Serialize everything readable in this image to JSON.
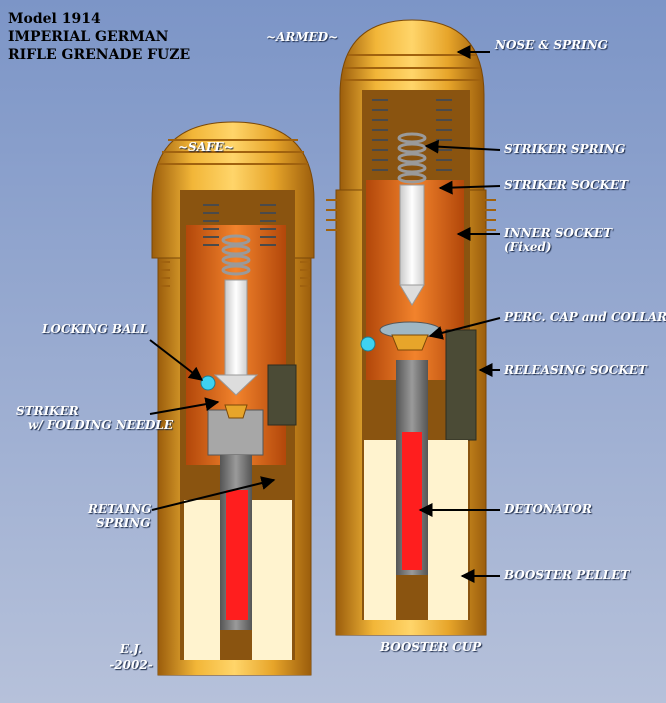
{
  "title": {
    "line1": "Model 1914",
    "line2": "IMPERIAL GERMAN",
    "line3": "RIFLE GRENADE FUZE"
  },
  "states": {
    "safe": "~SAFE~",
    "armed": "~ARMED~"
  },
  "labels": {
    "nose_spring": "NOSE & SPRING",
    "striker_spring": "STRIKER SPRING",
    "striker_socket": "STRIKER SOCKET",
    "inner_socket": "INNER SOCKET",
    "inner_socket_note": "(Fixed)",
    "perc_cap": "PERC. CAP and COLLAR",
    "releasing_socket": "RELEASING SOCKET",
    "detonator": "DETONATOR",
    "booster_pellet": "BOOSTER PELLET",
    "booster_cup": "BOOSTER CUP",
    "locking_ball": "LOCKING BALL",
    "striker": "STRIKER",
    "striker_note": "w/ FOLDING NEEDLE",
    "retaining_spring": "RETAING",
    "retaining_spring_2": "SPRING"
  },
  "credit": {
    "author": "E.J.",
    "year": "-2002-"
  },
  "colors": {
    "background_top": "#7f97c8",
    "background_bottom": "#b3bfd9",
    "brass": "#e7a52a",
    "brass_dark": "#a6650d",
    "copper": "#e06a1a",
    "explosive": "#ff1e1e",
    "booster": "#fff3cf",
    "dark_socket": "#4b4b36",
    "ball": "#3fd2f0"
  }
}
